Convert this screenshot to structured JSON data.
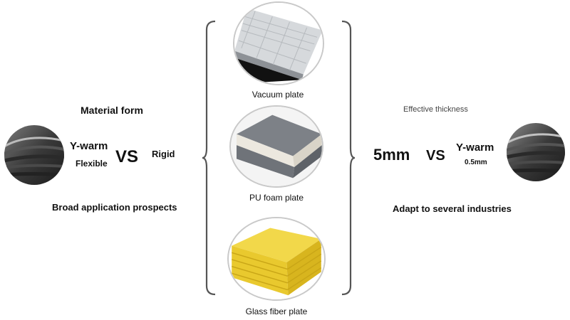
{
  "left": {
    "heading": "Material form",
    "brand": "Y-warm",
    "brand_sub": "Flexible",
    "vs": "VS",
    "compare": "Rigid",
    "footer": "Broad application prospects"
  },
  "center": {
    "items": [
      {
        "label": "Vacuum plate"
      },
      {
        "label": "PU foam plate"
      },
      {
        "label": "Glass fiber plate"
      }
    ]
  },
  "right": {
    "heading": "Effective thickness",
    "value": "5mm",
    "vs": "VS",
    "brand": "Y-warm",
    "brand_sub": "0.5mm",
    "footer": "Adapt to several industries"
  }
}
